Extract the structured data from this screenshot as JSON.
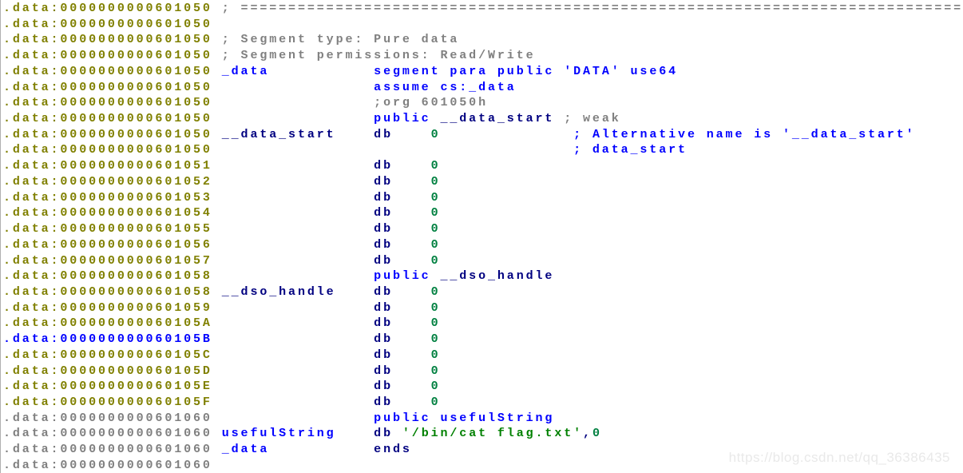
{
  "colors": {
    "addr": "#808000",
    "addr-cur": "#0000ff",
    "addr-dim": "#808080",
    "cmt": "#808080",
    "kw": "#0000ff",
    "name": "#000080",
    "mn": "#000080",
    "num": "#008040",
    "str": "#008000",
    "rcmt": "#0000ff",
    "lbl": "#000080",
    "lblpub": "#0000ff",
    "punct": "#000080"
  },
  "watermark": {
    "text": "https://blog.csdn.net/qq_36386435"
  },
  "listing": {
    "segment_name": ".data",
    "lines": [
      {
        "segs": [
          [
            "addr",
            ".data:0000000000601050"
          ],
          [
            "cmt",
            " ; ============================================================================"
          ]
        ]
      },
      {
        "segs": [
          [
            "addr",
            ".data:0000000000601050"
          ]
        ]
      },
      {
        "segs": [
          [
            "addr",
            ".data:0000000000601050"
          ],
          [
            "cmt",
            " ; Segment type: Pure data"
          ]
        ]
      },
      {
        "segs": [
          [
            "addr",
            ".data:0000000000601050"
          ],
          [
            "cmt",
            " ; Segment permissions: Read/Write"
          ]
        ]
      },
      {
        "segs": [
          [
            "addr",
            ".data:0000000000601050"
          ],
          [
            "lblpub",
            " _data"
          ],
          [
            "kw",
            "           segment para public 'DATA' use64"
          ]
        ]
      },
      {
        "segs": [
          [
            "addr",
            ".data:0000000000601050"
          ],
          [
            "kw",
            "                 assume cs:_data"
          ]
        ]
      },
      {
        "segs": [
          [
            "addr",
            ".data:0000000000601050"
          ],
          [
            "cmt",
            "                 ;org 601050h"
          ]
        ]
      },
      {
        "segs": [
          [
            "addr",
            ".data:0000000000601050"
          ],
          [
            "kw",
            "                 public"
          ],
          [
            "name",
            " __data_start"
          ],
          [
            "cmt",
            " ; weak"
          ]
        ]
      },
      {
        "segs": [
          [
            "addr",
            ".data:0000000000601050"
          ],
          [
            "lbl",
            " __data_start"
          ],
          [
            "mn",
            "    db"
          ],
          [
            "num",
            "    0"
          ],
          [
            "rcmt",
            "              ; Alternative name is '__data_start'"
          ]
        ]
      },
      {
        "segs": [
          [
            "addr",
            ".data:0000000000601050"
          ],
          [
            "rcmt",
            "                                      ; data_start"
          ]
        ]
      },
      {
        "segs": [
          [
            "addr",
            ".data:0000000000601051"
          ],
          [
            "mn",
            "                 db"
          ],
          [
            "num",
            "    0"
          ]
        ]
      },
      {
        "segs": [
          [
            "addr",
            ".data:0000000000601052"
          ],
          [
            "mn",
            "                 db"
          ],
          [
            "num",
            "    0"
          ]
        ]
      },
      {
        "segs": [
          [
            "addr",
            ".data:0000000000601053"
          ],
          [
            "mn",
            "                 db"
          ],
          [
            "num",
            "    0"
          ]
        ]
      },
      {
        "segs": [
          [
            "addr",
            ".data:0000000000601054"
          ],
          [
            "mn",
            "                 db"
          ],
          [
            "num",
            "    0"
          ]
        ]
      },
      {
        "segs": [
          [
            "addr",
            ".data:0000000000601055"
          ],
          [
            "mn",
            "                 db"
          ],
          [
            "num",
            "    0"
          ]
        ]
      },
      {
        "segs": [
          [
            "addr",
            ".data:0000000000601056"
          ],
          [
            "mn",
            "                 db"
          ],
          [
            "num",
            "    0"
          ]
        ]
      },
      {
        "segs": [
          [
            "addr",
            ".data:0000000000601057"
          ],
          [
            "mn",
            "                 db"
          ],
          [
            "num",
            "    0"
          ]
        ]
      },
      {
        "segs": [
          [
            "addr",
            ".data:0000000000601058"
          ],
          [
            "kw",
            "                 public"
          ],
          [
            "name",
            " __dso_handle"
          ]
        ]
      },
      {
        "segs": [
          [
            "addr",
            ".data:0000000000601058"
          ],
          [
            "lbl",
            " __dso_handle"
          ],
          [
            "mn",
            "    db"
          ],
          [
            "num",
            "    0"
          ]
        ]
      },
      {
        "segs": [
          [
            "addr",
            ".data:0000000000601059"
          ],
          [
            "mn",
            "                 db"
          ],
          [
            "num",
            "    0"
          ]
        ]
      },
      {
        "segs": [
          [
            "addr",
            ".data:000000000060105A"
          ],
          [
            "mn",
            "                 db"
          ],
          [
            "num",
            "    0"
          ]
        ]
      },
      {
        "segs": [
          [
            "addr-cur",
            ".data:000000000060105B"
          ],
          [
            "mn",
            "                 db"
          ],
          [
            "num",
            "    0"
          ]
        ]
      },
      {
        "segs": [
          [
            "addr",
            ".data:000000000060105C"
          ],
          [
            "mn",
            "                 db"
          ],
          [
            "num",
            "    0"
          ]
        ]
      },
      {
        "segs": [
          [
            "addr",
            ".data:000000000060105D"
          ],
          [
            "mn",
            "                 db"
          ],
          [
            "num",
            "    0"
          ]
        ]
      },
      {
        "segs": [
          [
            "addr",
            ".data:000000000060105E"
          ],
          [
            "mn",
            "                 db"
          ],
          [
            "num",
            "    0"
          ]
        ]
      },
      {
        "segs": [
          [
            "addr",
            ".data:000000000060105F"
          ],
          [
            "mn",
            "                 db"
          ],
          [
            "num",
            "    0"
          ]
        ]
      },
      {
        "segs": [
          [
            "addr-dim",
            ".data:0000000000601060"
          ],
          [
            "kw",
            "                 public"
          ],
          [
            "lblpub",
            " usefulString"
          ]
        ]
      },
      {
        "segs": [
          [
            "addr-dim",
            ".data:0000000000601060"
          ],
          [
            "lblpub",
            " usefulString"
          ],
          [
            "mn",
            "    db "
          ],
          [
            "str",
            "'/bin/cat flag.txt'"
          ],
          [
            "punct",
            ","
          ],
          [
            "num",
            "0"
          ]
        ]
      },
      {
        "segs": [
          [
            "addr-dim",
            ".data:0000000000601060"
          ],
          [
            "lblpub",
            " _data"
          ],
          [
            "mn",
            "           ends"
          ]
        ]
      },
      {
        "segs": [
          [
            "addr-dim",
            ".data:0000000000601060"
          ]
        ]
      }
    ]
  }
}
